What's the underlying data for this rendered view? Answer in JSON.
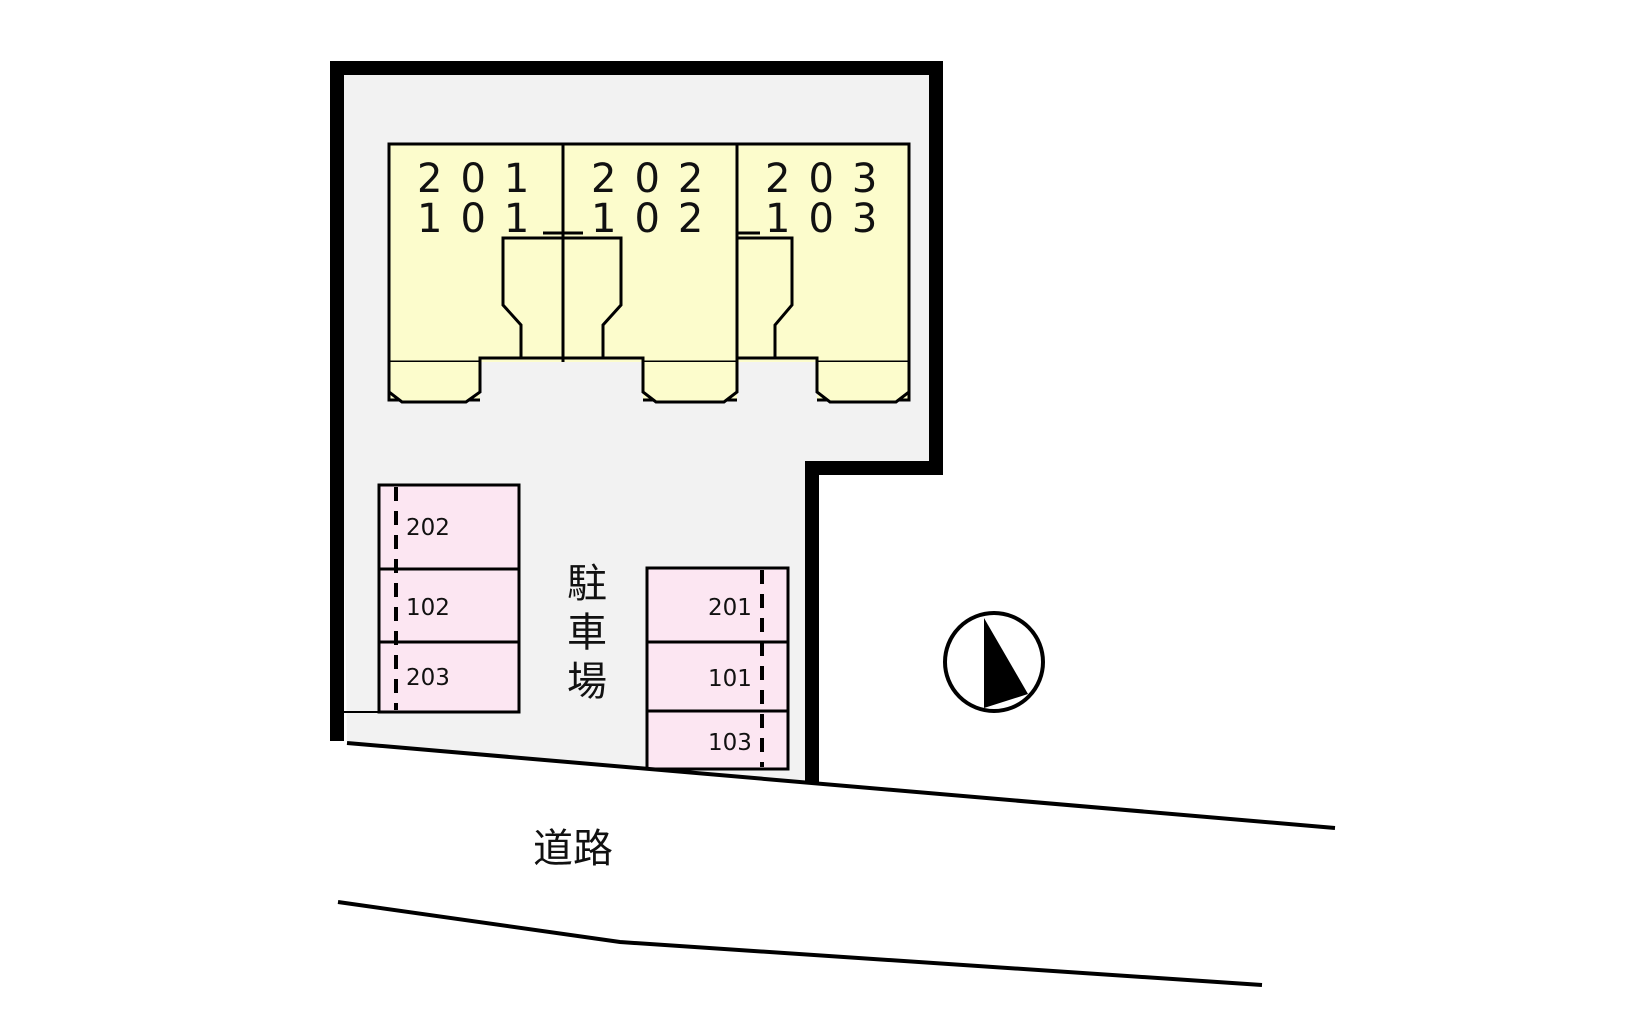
{
  "units": [
    {
      "upper": "201",
      "lower": "101"
    },
    {
      "upper": "202",
      "lower": "102"
    },
    {
      "upper": "203",
      "lower": "103"
    }
  ],
  "parking_left": [
    "202",
    "102",
    "203"
  ],
  "parking_right": [
    "201",
    "101",
    "103"
  ],
  "parking_label": [
    "駐",
    "車",
    "場"
  ],
  "road_label": "道路",
  "colors": {
    "lot": "#f2f2f2",
    "building": "#fcfccc",
    "parking": "#fce6f2",
    "line": "#000000"
  },
  "compass": "north-arrow-icon"
}
